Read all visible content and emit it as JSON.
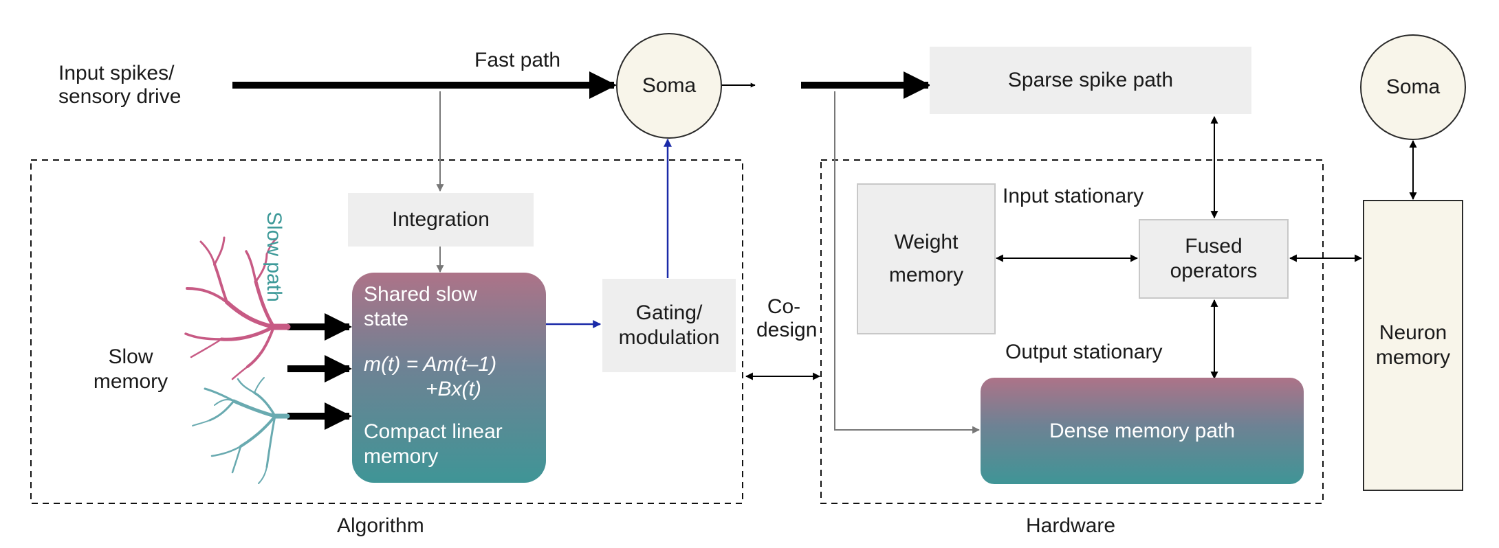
{
  "labels": {
    "input_line1": "Input spikes/",
    "input_line2": "sensory drive",
    "fast_path": "Fast path",
    "soma_left": "Soma",
    "soma_right": "Soma",
    "slow_path": "Slow path",
    "integration": "Integration",
    "slow_memory_line1": "Slow",
    "slow_memory_line2": "memory",
    "shared_line1": "Shared slow",
    "shared_line2": "state",
    "equation_line1": "m(t) = Am(t–1)",
    "equation_line2": "+Bx(t)",
    "compact_line1": "Compact linear",
    "compact_line2": "memory",
    "gating_line1": "Gating/",
    "gating_line2": "modulation",
    "codesign_line1": "Co-",
    "codesign_line2": "design",
    "sparse_spike_path": "Sparse spike path",
    "input_stationary": "Input stationary",
    "weight_line1": "Weight",
    "weight_line2": "memory",
    "fused_line1": "Fused",
    "fused_line2": "operators",
    "output_stationary": "Output stationary",
    "dense_memory_path": "Dense memory path",
    "neuron_line1": "Neuron",
    "neuron_line2": "memory",
    "algorithm": "Algorithm",
    "hardware": "Hardware"
  },
  "colors": {
    "pink_dendrite": "#c75a84",
    "teal_dendrite": "#69aab0",
    "blue_arrow": "#1a2aa8",
    "grey_arrow": "#777777",
    "gradient_top": "#ad7388",
    "gradient_bottom": "#3f9596"
  }
}
